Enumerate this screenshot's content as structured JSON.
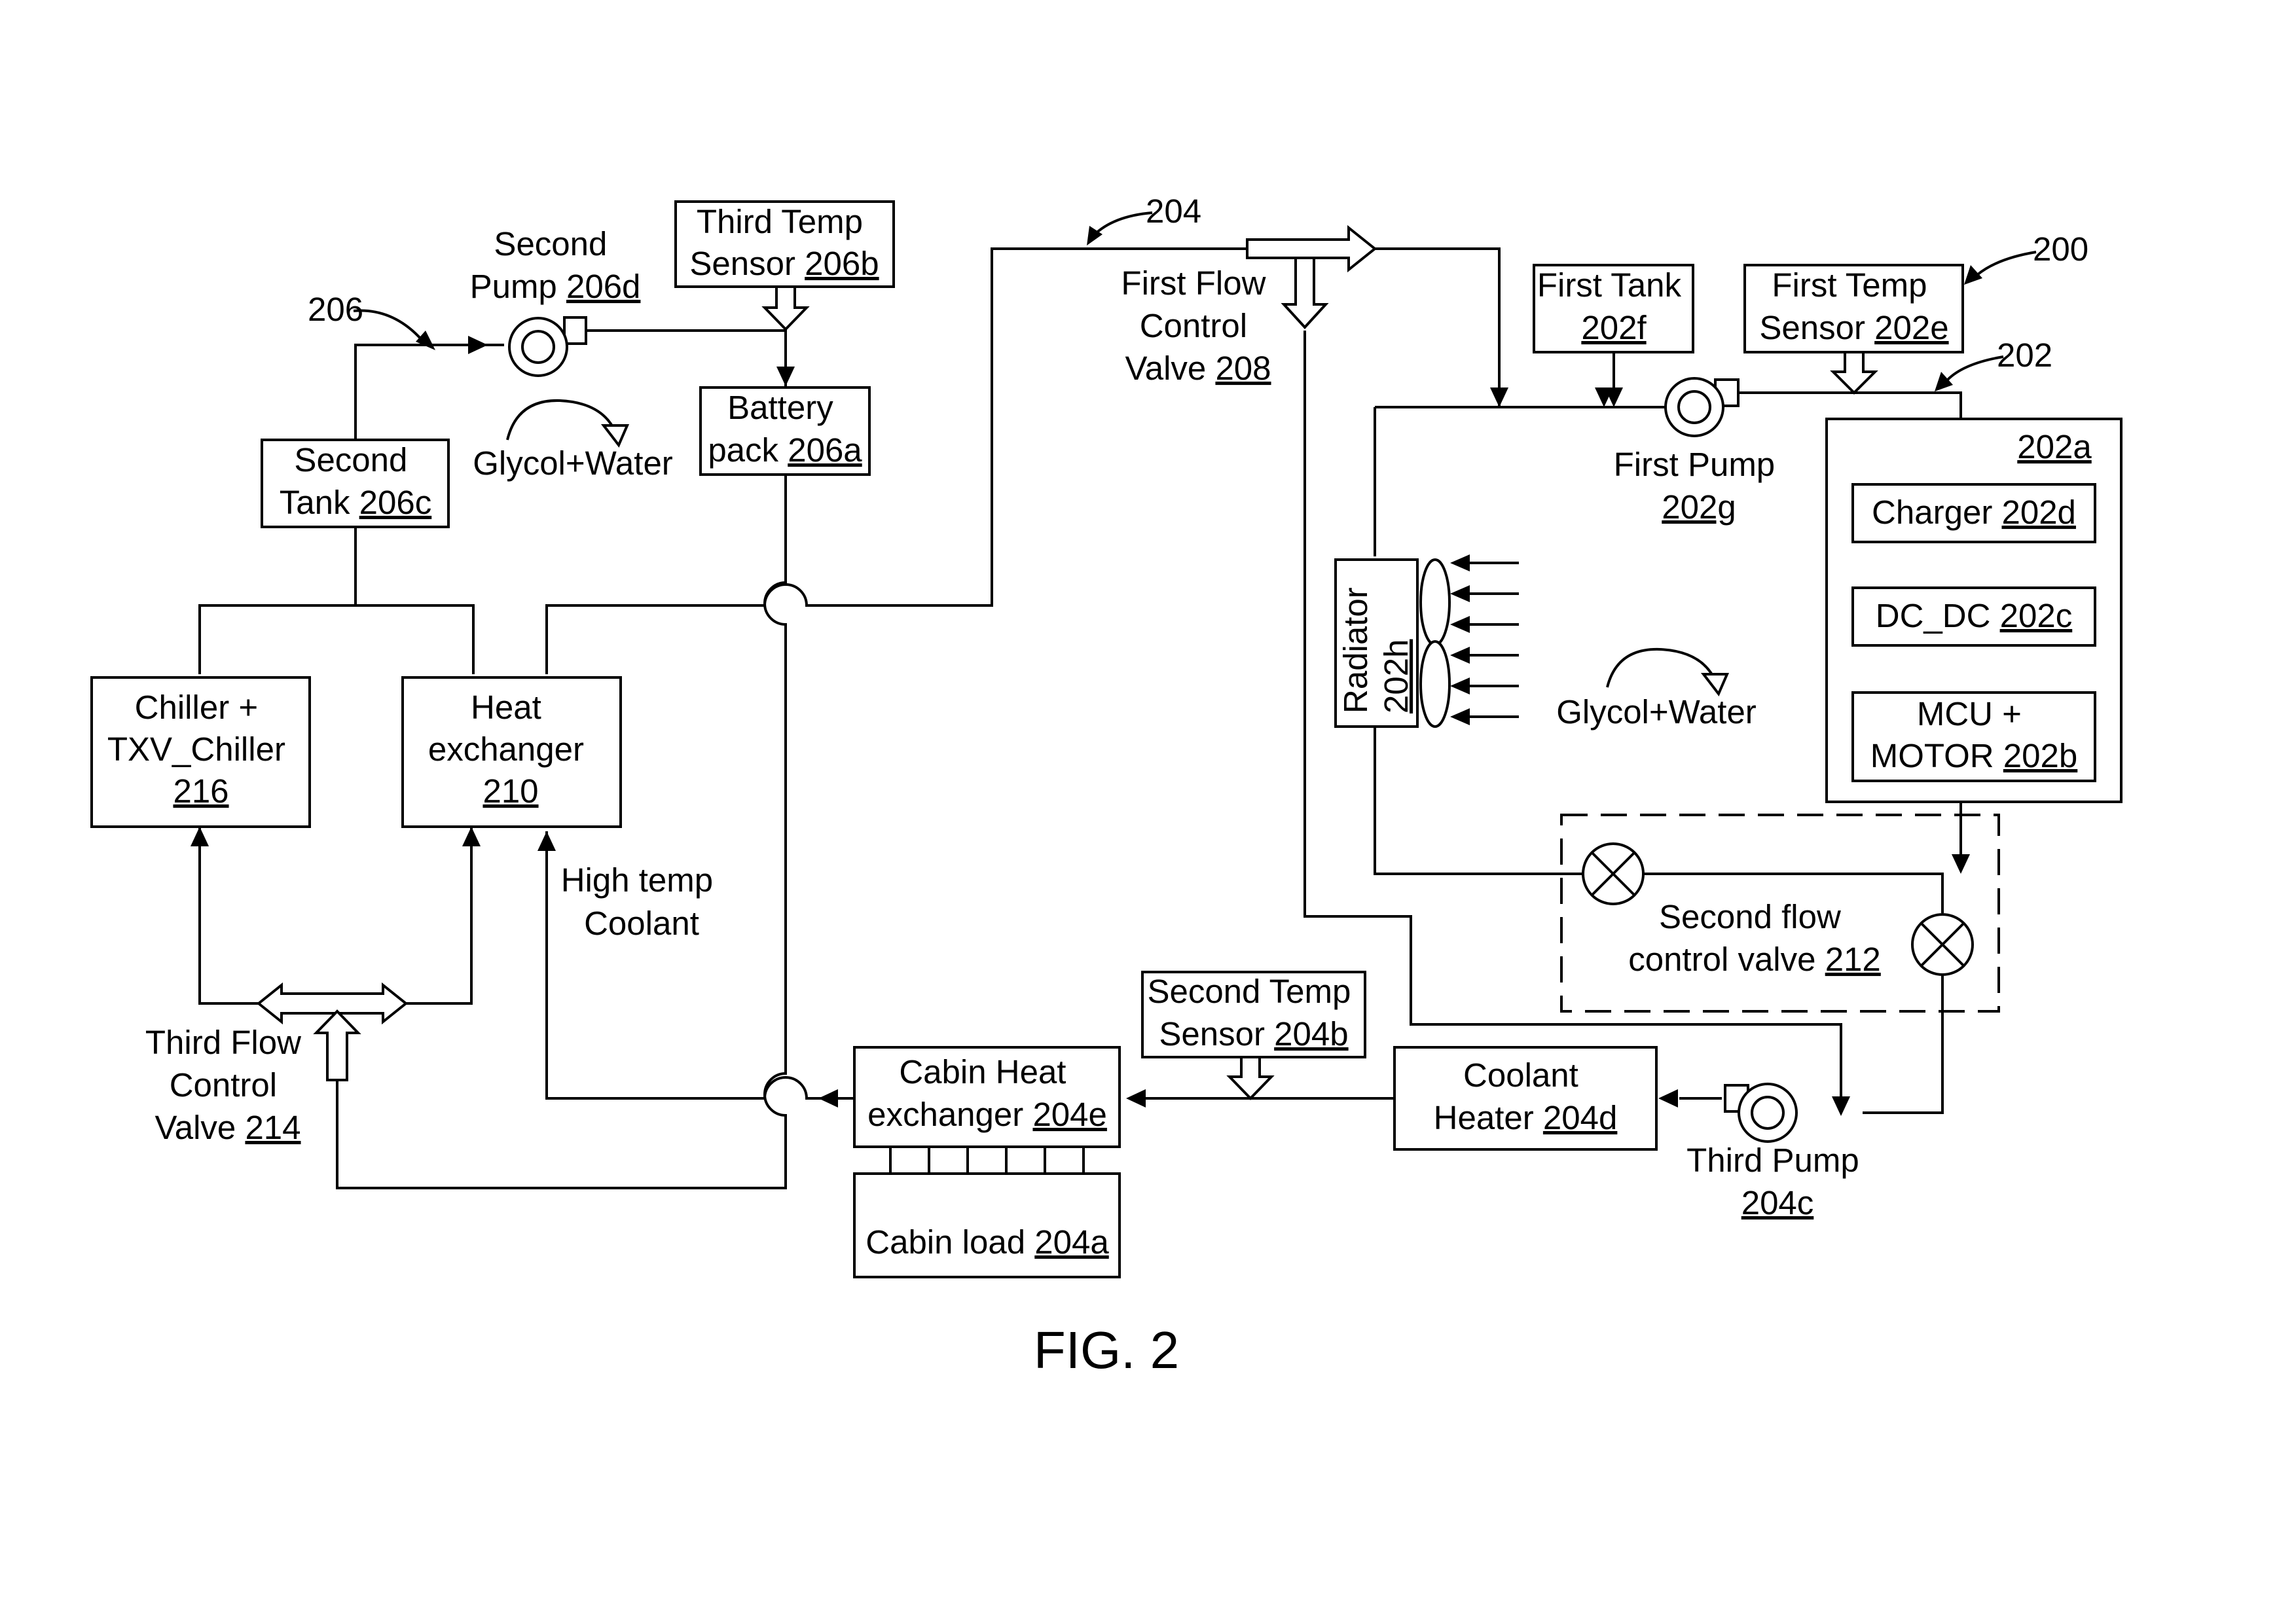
{
  "figure_label": "FIG. 2",
  "reference_numbers": {
    "system": "200",
    "loop_202": "202",
    "loop_204": "204",
    "loop_206": "206"
  },
  "components": {
    "third_temp_sensor": {
      "lines": [
        "Third Temp",
        "Sensor "
      ],
      "ref": "206b"
    },
    "second_pump": {
      "lines": [
        "Second",
        "Pump "
      ],
      "ref": "206d"
    },
    "battery_pack": {
      "lines": [
        "Battery",
        "pack "
      ],
      "ref": "206a"
    },
    "second_tank": {
      "lines": [
        "Second",
        "Tank "
      ],
      "ref": "206c"
    },
    "chiller": {
      "lines": [
        "Chiller +",
        "TXV_Chiller"
      ],
      "ref": "216"
    },
    "heat_exchanger": {
      "lines": [
        "Heat",
        "exchanger"
      ],
      "ref": "210"
    },
    "third_flow_valve": {
      "lines": [
        "Third Flow",
        "Control",
        "Valve "
      ],
      "ref": "214"
    },
    "first_flow_valve": {
      "lines": [
        "First Flow",
        "Control",
        "Valve "
      ],
      "ref": "208"
    },
    "first_tank": {
      "lines": [
        "First Tank"
      ],
      "ref": "202f"
    },
    "first_temp_sensor": {
      "lines": [
        "First Temp",
        "Sensor "
      ],
      "ref": "202e"
    },
    "first_pump": {
      "lines": [
        "First Pump"
      ],
      "ref": "202g"
    },
    "unit_group": {
      "ref": "202a"
    },
    "charger": {
      "lines": [
        "Charger "
      ],
      "ref": "202d"
    },
    "dc_dc": {
      "lines": [
        "DC_DC "
      ],
      "ref": "202c"
    },
    "mcu_motor": {
      "lines": [
        "MCU +",
        "MOTOR "
      ],
      "ref": "202b"
    },
    "radiator": {
      "lines": [
        "Radiator"
      ],
      "ref": "202h"
    },
    "second_flow_valve": {
      "lines": [
        "Second flow",
        "control valve "
      ],
      "ref": "212"
    },
    "second_temp_sensor": {
      "lines": [
        "Second Temp",
        "Sensor "
      ],
      "ref": "204b"
    },
    "cabin_heat_exchanger": {
      "lines": [
        "Cabin Heat",
        "exchanger "
      ],
      "ref": "204e"
    },
    "cabin_load": {
      "lines": [
        "Cabin load "
      ],
      "ref": "204a"
    },
    "coolant_heater": {
      "lines": [
        "Coolant",
        "Heater "
      ],
      "ref": "204d"
    },
    "third_pump": {
      "lines": [
        "Third Pump"
      ],
      "ref": "204c"
    }
  },
  "annotations": {
    "glycol_left": "Glycol+Water",
    "glycol_right": "Glycol+Water",
    "high_temp": [
      "High temp",
      "Coolant"
    ]
  }
}
